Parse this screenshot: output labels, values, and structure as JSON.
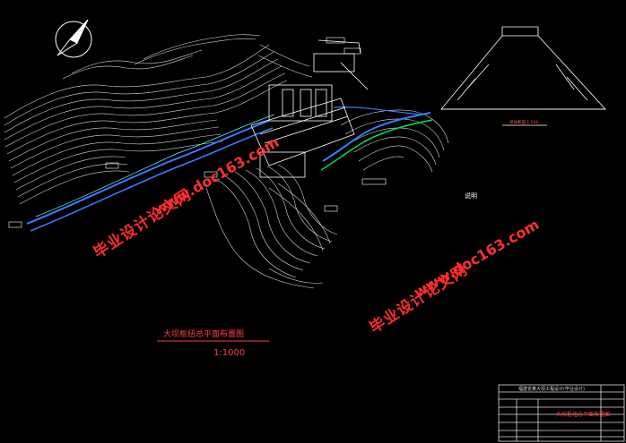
{
  "drawing": {
    "plan_title": "大坝枢纽总平面布置图",
    "plan_scale": "1:1000",
    "notes_heading": "说明",
    "section_caption": "坝体断面 1:500",
    "title_block_row1": "福建省某大坝工程设计(毕业设计)",
    "title_block_red": "大坝枢纽总平面布置图"
  },
  "watermarks": {
    "brand": "毕业设计论文网",
    "url": "www.doc163.com"
  },
  "colors": {
    "background": "#000000",
    "contours": "#d9d9d9",
    "river": "#3a7bff",
    "bank": "#00e05a",
    "watermark": "#ff2b2b",
    "text": "#ffffff"
  }
}
